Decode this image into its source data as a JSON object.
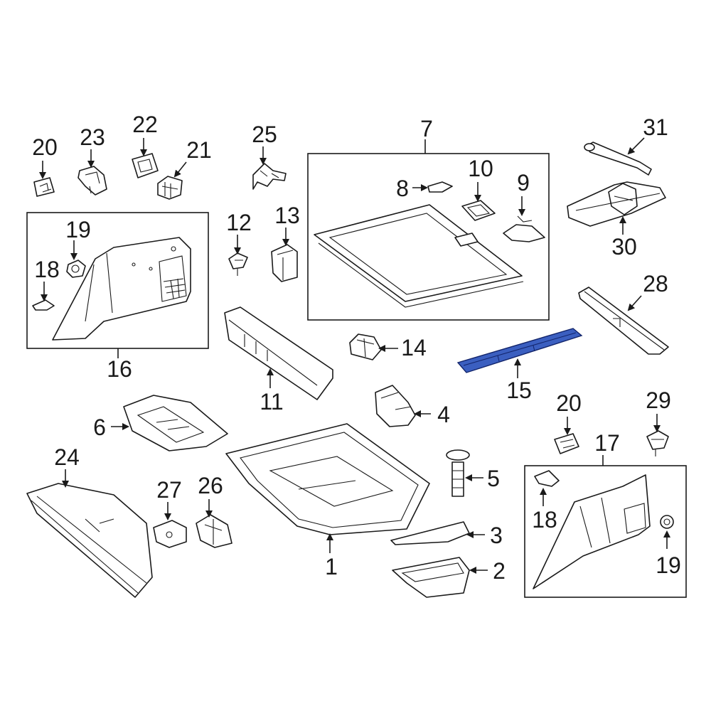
{
  "callouts": {
    "c1": "1",
    "c2": "2",
    "c3": "3",
    "c4": "4",
    "c5": "5",
    "c6": "6",
    "c7": "7",
    "c8": "8",
    "c9": "9",
    "c10": "10",
    "c11": "11",
    "c12": "12",
    "c13": "13",
    "c14": "14",
    "c15": "15",
    "c16": "16",
    "c17": "17",
    "c18a": "18",
    "c18b": "18",
    "c19a": "19",
    "c19b": "19",
    "c20a": "20",
    "c20b": "20",
    "c21": "21",
    "c22": "22",
    "c23": "23",
    "c24": "24",
    "c25": "25",
    "c26": "26",
    "c27": "27",
    "c28": "28",
    "c29": "29",
    "c30": "30",
    "c31": "31"
  },
  "colors": {
    "highlight": "#3b5fc0",
    "line": "#1a1a1a",
    "background": "#ffffff"
  },
  "highlighted_part": "15"
}
